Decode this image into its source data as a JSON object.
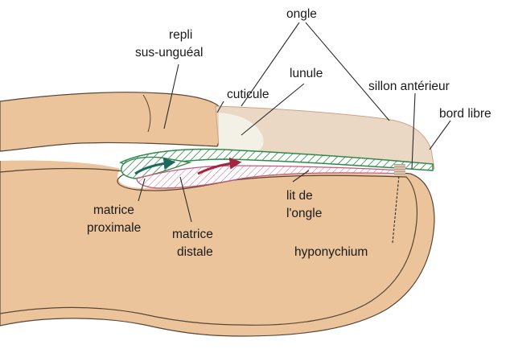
{
  "diagram": {
    "labels": {
      "ongle": "ongle",
      "repli_line1": "repli",
      "repli_line2": "sus-unguéal",
      "lunule": "lunule",
      "cuticule": "cuticule",
      "sillon_anterieur": "sillon antérieur",
      "bord_libre": "bord libre",
      "lit_line1": "lit de",
      "lit_line2": "l'ongle",
      "matrice_proximale_line1": "matrice",
      "matrice_proximale_line2": "proximale",
      "matrice_distale_line1": "matrice",
      "matrice_distale_line2": "distale",
      "hyponychium": "hyponychium"
    },
    "colors": {
      "skin": "#ebc49b",
      "skin_outline": "#5a4636",
      "nail_plate": "#ead7c4",
      "lunula": "#f3f1e6",
      "nail_bed_band": "#ffffff",
      "matrix_green": "#2f8a4a",
      "matrix_pink": "#c45a7a",
      "growth_arrow_teal": "#1d6a5c",
      "growth_arrow_crimson": "#a3263f"
    }
  }
}
